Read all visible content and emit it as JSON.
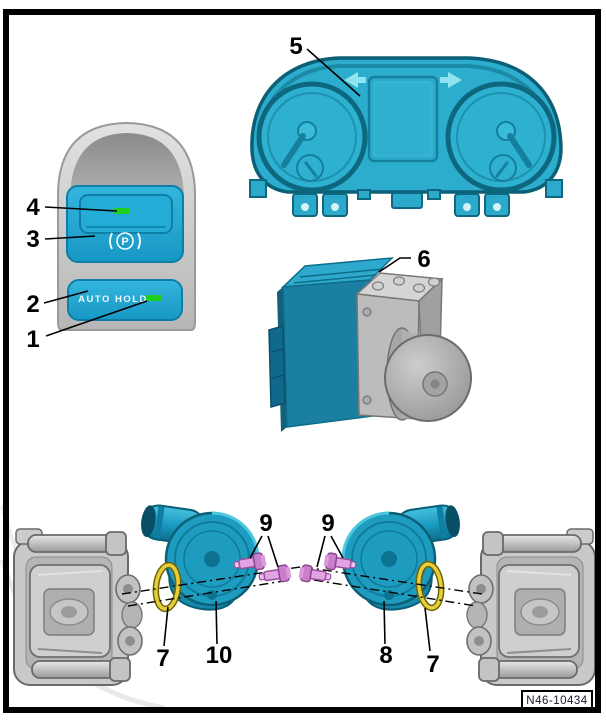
{
  "figure": {
    "reference_label": "N46-10434",
    "callouts": {
      "c1": "1",
      "c2": "2",
      "c3": "3",
      "c4": "4",
      "c5": "5",
      "c6": "6",
      "c7_left": "7",
      "c7_right": "7",
      "c8": "8",
      "c9_left": "9",
      "c9_right": "9",
      "c10": "10"
    },
    "switch_panel": {
      "auto_hold_label": "AUTO HOLD",
      "parking_brake_letter": "P"
    },
    "colors": {
      "component_teal": "#1FA7D2",
      "component_teal_dark": "#0C6E8E",
      "led_green": "#1FCF1F",
      "bolt_pink": "#DA93DA",
      "oring_yellow": "#E2C937",
      "caliper_gray": "#C6C6C6"
    }
  }
}
